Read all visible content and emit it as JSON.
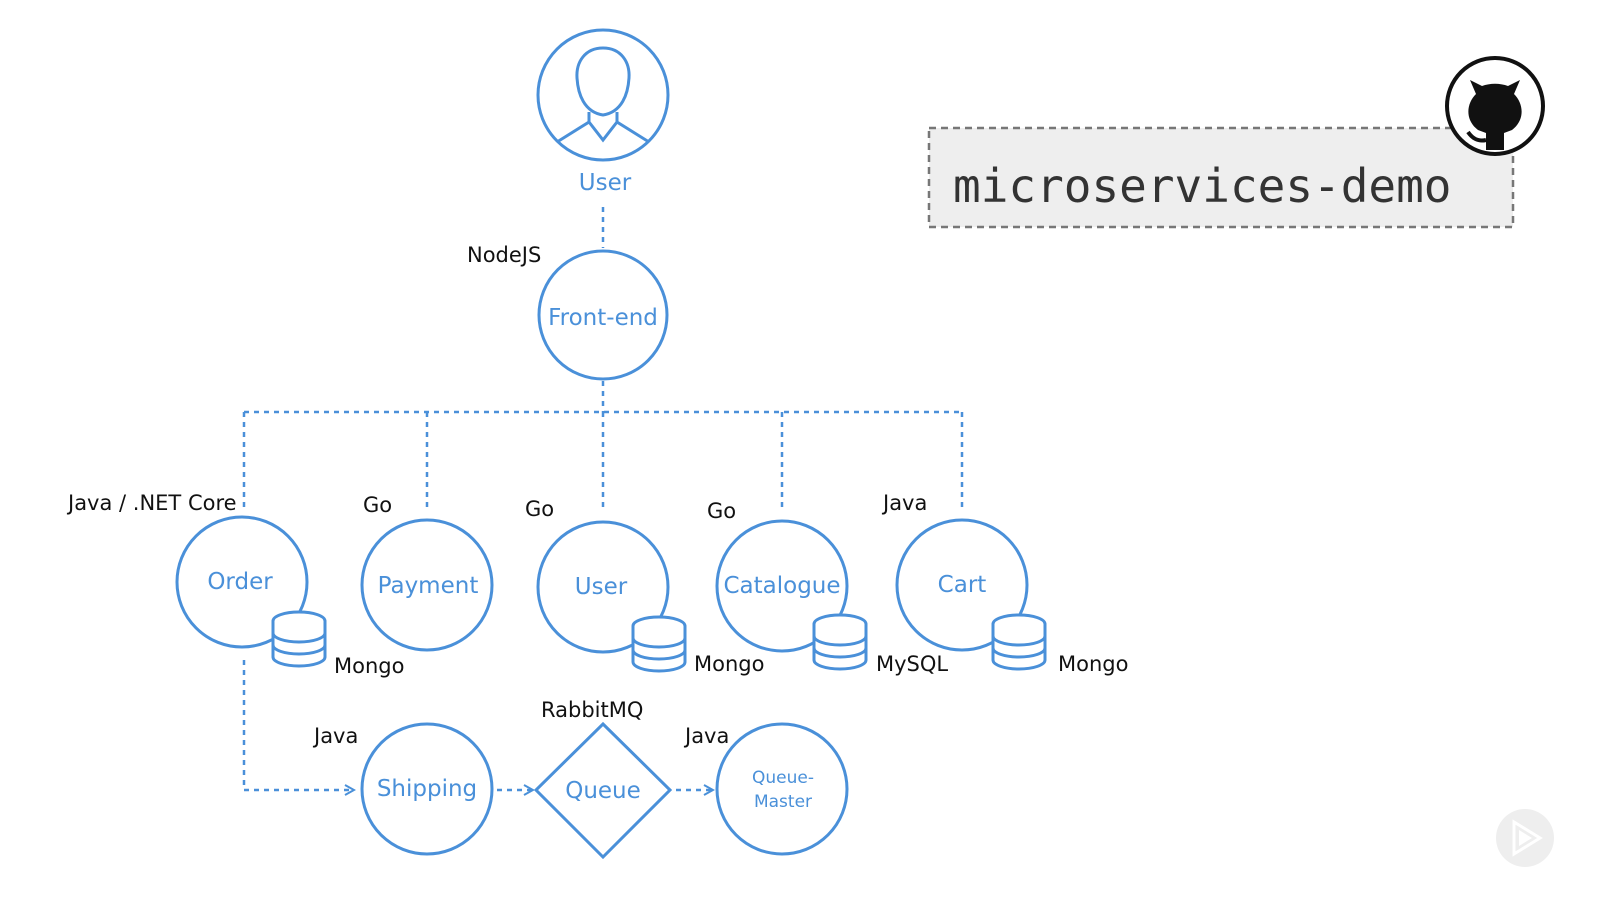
{
  "colors": {
    "accent": "#4a90d9",
    "text": "#111111",
    "repo_bg": "#eeeeee",
    "repo_border": "#777777"
  },
  "repo": {
    "title": "microservices-demo",
    "icon": "github-octocat-icon"
  },
  "player_icon": "play-logo-icon",
  "user": {
    "label": "User",
    "icon": "user-silhouette-icon"
  },
  "frontend": {
    "label": "Front-end",
    "tech": "NodeJS"
  },
  "services": [
    {
      "label": "Order",
      "tech": "Java / .NET Core",
      "db": "Mongo"
    },
    {
      "label": "Payment",
      "tech": "Go",
      "db": ""
    },
    {
      "label": "User",
      "tech": "Go",
      "db": "Mongo"
    },
    {
      "label": "Catalogue",
      "tech": "Go",
      "db": "MySQL"
    },
    {
      "label": "Cart",
      "tech": "Java",
      "db": "Mongo"
    }
  ],
  "shipping": {
    "label": "Shipping",
    "tech": "Java"
  },
  "queue": {
    "label": "Queue",
    "tech": "RabbitMQ"
  },
  "queue_master": {
    "label_line1": "Queue-",
    "label_line2": "Master",
    "tech": "Java"
  }
}
